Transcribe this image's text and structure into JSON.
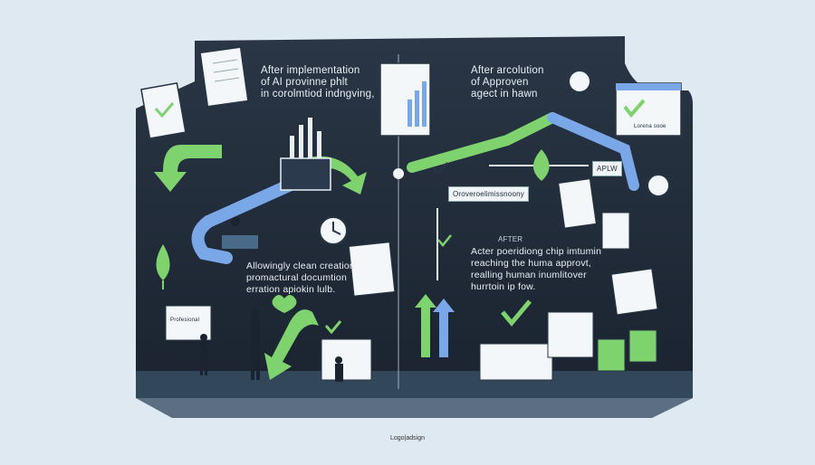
{
  "left": {
    "heading_lines": [
      "After implementation",
      "of AI provinne phlt",
      "in corolmtiod indngving,"
    ],
    "lower_lines": [
      "Allowingly clean creation",
      "promactural documtion",
      "erration apiokin lulb."
    ],
    "sign_label": "Profesional"
  },
  "right": {
    "heading_lines": [
      "After arcolution",
      "of Approven",
      "agect in hawn"
    ],
    "after_label": "AFTER",
    "lower_lines": [
      "Acter poeridiong chip imtumin",
      "reaching the huma approvt,",
      "realling human inumlitover",
      "hurrtoin ip fow."
    ],
    "banner_label": "Oroveroelimissnoony",
    "box_label": "APLW",
    "screen_label": "Lorena sooe"
  },
  "footer": "Logo|adsign",
  "colors": {
    "panel": "#1f2a37",
    "green": "#7fd36e",
    "blue": "#7aa7e8",
    "background": "#dfe9f1"
  }
}
